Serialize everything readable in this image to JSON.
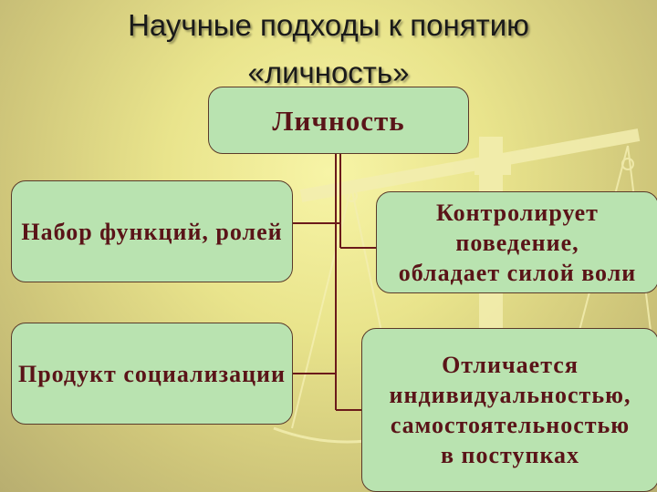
{
  "title": {
    "line1": "Научные подходы к понятию",
    "line2": "«личность»"
  },
  "central": {
    "label": "Личность"
  },
  "boxes": {
    "b1": "Набор функций, ролей",
    "b2": {
      "line1": "Контролирует",
      "line2": "поведение,",
      "line3": "обладает силой воли"
    },
    "b3": "Продукт социализации",
    "b4": {
      "line1": "Отличается",
      "line2": "индивидуальностью,",
      "line3": "самостоятельностью",
      "line4": "в поступках"
    }
  },
  "colors": {
    "box_fill": "#b9e3b0",
    "box_text": "#5a1418",
    "connector": "#6b1a1a",
    "background": "#e9e48c"
  },
  "icons": [
    "scales-icon"
  ]
}
